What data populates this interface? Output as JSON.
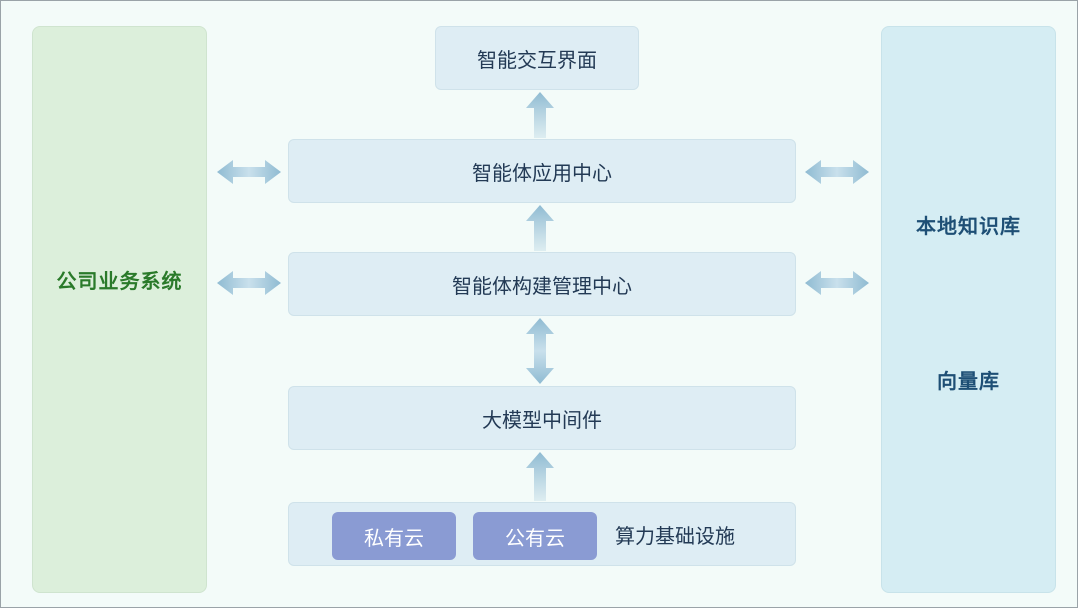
{
  "left_panel": {
    "label": "公司业务系统"
  },
  "right_panel": {
    "labels": [
      "本地知识库",
      "向量库"
    ]
  },
  "layers": {
    "interface": "智能交互界面",
    "app_center": "智能体应用中心",
    "build_center": "智能体构建管理中心",
    "middleware": "大模型中间件",
    "infrastructure": {
      "label": "算力基础设施",
      "clouds": [
        "私有云",
        "公有云"
      ]
    }
  },
  "colors": {
    "background": "#f3fbf9",
    "left_panel": "#dcefdb",
    "right_panel": "#d5edf3",
    "layer_box": "#deedf4",
    "cloud_box": "#8a9bd3",
    "arrow": "#9cc3d8",
    "left_text": "#2a7a2a",
    "right_text": "#1e4f75"
  }
}
